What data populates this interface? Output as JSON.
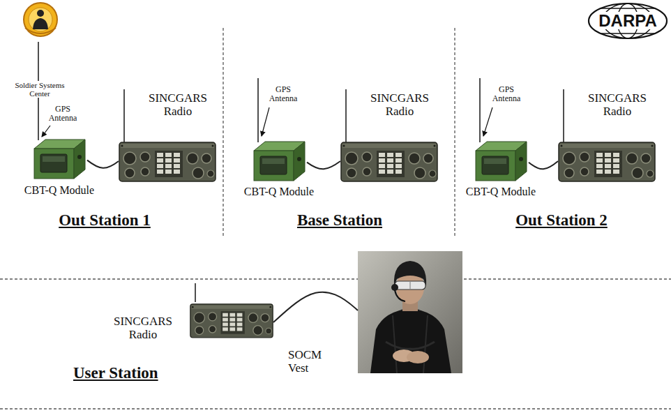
{
  "diagram": {
    "nodes": [
      {
        "text": [
          "Out Station 1"
        ]
      },
      {
        "text": [
          "CBT-Q Module"
        ],
        "in": 0
      },
      {
        "text": [
          "SINCGARS Radio"
        ],
        "in": 0
      },
      {
        "text": [
          "Base Station"
        ]
      },
      {
        "text": [
          "CBT-Q Module"
        ],
        "in": 3
      },
      {
        "text": [
          "SINCGARS Radio"
        ],
        "in": 3
      },
      {
        "text": [
          "Out Station 2"
        ]
      },
      {
        "text": [
          "CBT-Q Module"
        ],
        "in": 6
      },
      {
        "text": [
          "SINCGARS Radio"
        ],
        "in": 6
      },
      {
        "text": [
          "User Station"
        ]
      },
      {
        "text": [
          "SINCGARS Radio"
        ],
        "in": 9
      },
      {
        "text": [
          "SOCM Vest"
        ],
        "in": 9
      }
    ],
    "edges": [
      {
        "from": 1,
        "to": 2,
        "arrow": "none"
      },
      {
        "from": 4,
        "to": 5,
        "arrow": "none"
      },
      {
        "from": 7,
        "to": 8,
        "arrow": "none"
      },
      {
        "from": 10,
        "to": 11,
        "arrow": "none"
      }
    ],
    "labels": [
      "Soldier Systems Center",
      "GPS Antenna",
      "GPS Antenna",
      "GPS Antenna",
      "DARPA"
    ]
  }
}
